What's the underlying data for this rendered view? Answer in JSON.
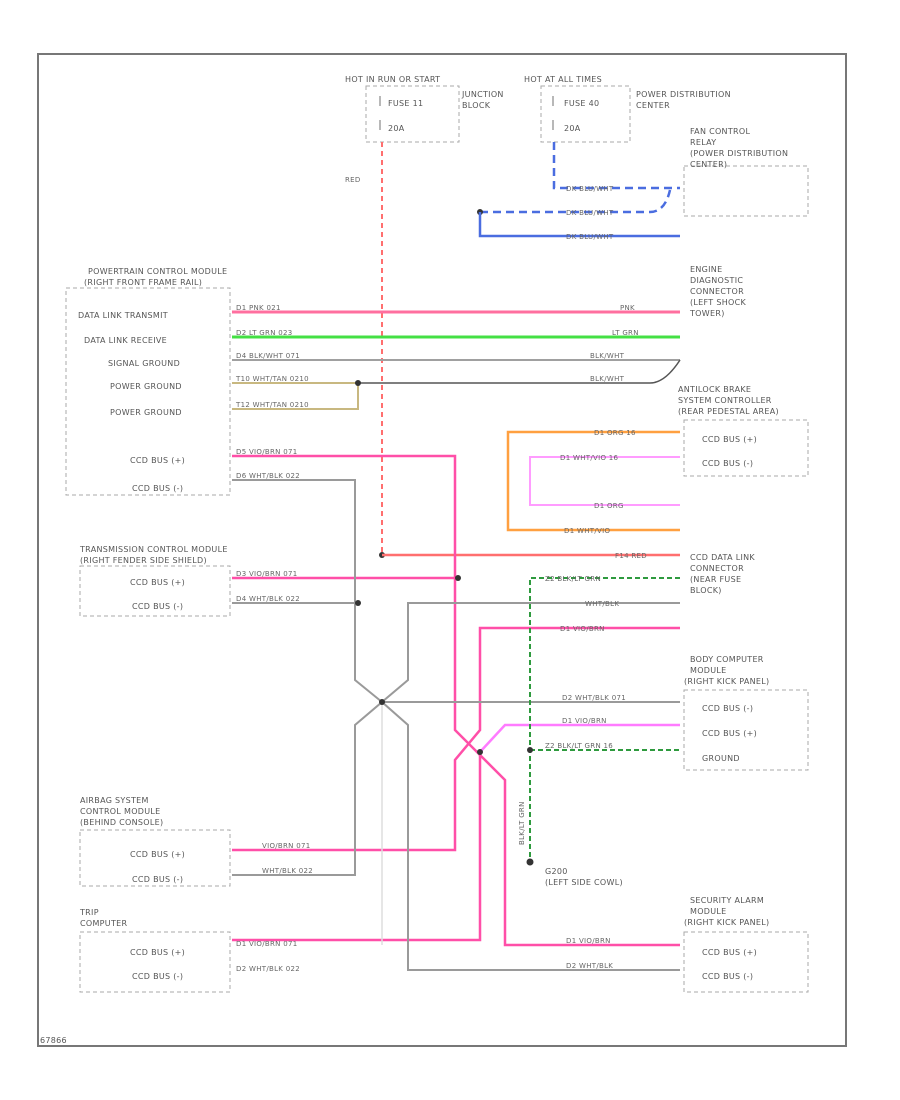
{
  "colors": {
    "red": "#ff6f6f",
    "pink": "#ff4fa8",
    "magenta": "#ff7bff",
    "green": "#44e044",
    "blue": "#4a6de0",
    "orange": "#ffa040",
    "gray": "#9a9a9a",
    "tan": "#c8b880",
    "dkgreen": "#2e9a3e"
  },
  "fuse1": {
    "hot": "HOT IN RUN OR START",
    "name": "FUSE 11",
    "amp": "20A",
    "loc": [
      "JUNCTION",
      "BLOCK"
    ]
  },
  "fuse2": {
    "hot": "HOT AT ALL TIMES",
    "name": "FUSE 40",
    "amp": "20A",
    "loc": [
      "POWER DISTRIBUTION",
      "CENTER"
    ]
  },
  "red_label": "RED",
  "fan_relay": [
    "FAN CONTROL",
    "RELAY",
    "(POWER DISTRIBUTION",
    "CENTER)"
  ],
  "blue_wires": [
    "DK BLU/WHT",
    "DK BLU/WHT",
    "DK BLU/WHT"
  ],
  "pcm": {
    "title": [
      "POWERTRAIN CONTROL MODULE",
      "(RIGHT FRONT FRAME RAIL)"
    ],
    "pins": [
      "DATA LINK TRANSMIT",
      "DATA LINK RECEIVE",
      "SIGNAL GROUND",
      "POWER GROUND",
      "POWER GROUND",
      "CCD BUS (+)",
      "CCD BUS (-)"
    ],
    "wires": [
      "D1 PNK 021",
      "D2 LT GRN 023",
      "D4 BLK/WHT 071",
      "T10 WHT/TAN 0210",
      "T12 WHT/TAN 0210",
      "D5 VIO/BRN 071",
      "D6 WHT/BLK 022"
    ]
  },
  "edc": {
    "title": [
      "ENGINE",
      "DIAGNOSTIC",
      "CONNECTOR",
      "(LEFT SHOCK",
      "TOWER)"
    ],
    "wires": [
      "PNK",
      "LT GRN",
      "BLK/WHT",
      "BLK/WHT"
    ]
  },
  "abs": {
    "title": [
      "ANTILOCK BRAKE",
      "SYSTEM CONTROLLER",
      "(REAR PEDESTAL AREA)"
    ],
    "pins": [
      "CCD BUS (+)",
      "CCD BUS (-)"
    ],
    "wires": [
      "D1 ORG 16",
      "D1 WHT/VIO 16",
      "D1 ORG",
      "D1 WHT/VIO"
    ]
  },
  "ccd_conn": {
    "title": [
      "CCD DATA LINK",
      "CONNECTOR",
      "(NEAR FUSE",
      "BLOCK)"
    ],
    "wires": [
      "F14 RED",
      "Z2 BLK/LT GRN",
      "WHT/BLK",
      "D1 VIO/BRN"
    ]
  },
  "tcm": {
    "title": [
      "TRANSMISSION CONTROL MODULE",
      "(RIGHT FENDER SIDE SHIELD)"
    ],
    "pins": [
      "CCD BUS (+)",
      "CCD BUS (-)"
    ],
    "wires": [
      "D3 VIO/BRN 071",
      "D4 WHT/BLK 022"
    ]
  },
  "bcm": {
    "title": [
      "BODY COMPUTER",
      "MODULE",
      "(RIGHT KICK PANEL)"
    ],
    "pins": [
      "CCD BUS (-)",
      "CCD BUS (+)",
      "GROUND"
    ],
    "wires": [
      "D2 WHT/BLK 071",
      "D1 VIO/BRN",
      "Z2 BLK/LT GRN 16"
    ]
  },
  "ground": {
    "wire": "BLK/LT GRN",
    "name": "G200",
    "loc": "(LEFT SIDE COWL)"
  },
  "airbag": {
    "title": [
      "AIRBAG SYSTEM",
      "CONTROL MODULE",
      "(BEHIND CONSOLE)"
    ],
    "pins": [
      "CCD BUS (+)",
      "CCD BUS (-)"
    ],
    "wires": [
      "VIO/BRN 071",
      "WHT/BLK 022"
    ]
  },
  "trip": {
    "title": [
      "TRIP",
      "COMPUTER"
    ],
    "pins": [
      "CCD BUS (+)",
      "CCD BUS (-)"
    ],
    "wires": [
      "D1 VIO/BRN 071",
      "D2 WHT/BLK 022"
    ]
  },
  "security": {
    "title": [
      "SECURITY ALARM",
      "MODULE",
      "(RIGHT KICK PANEL)"
    ],
    "pins": [
      "CCD BUS (+)",
      "CCD BUS (-)"
    ],
    "wires": [
      "D1 VIO/BRN",
      "D2 WHT/BLK"
    ]
  },
  "figure_id": "67866"
}
